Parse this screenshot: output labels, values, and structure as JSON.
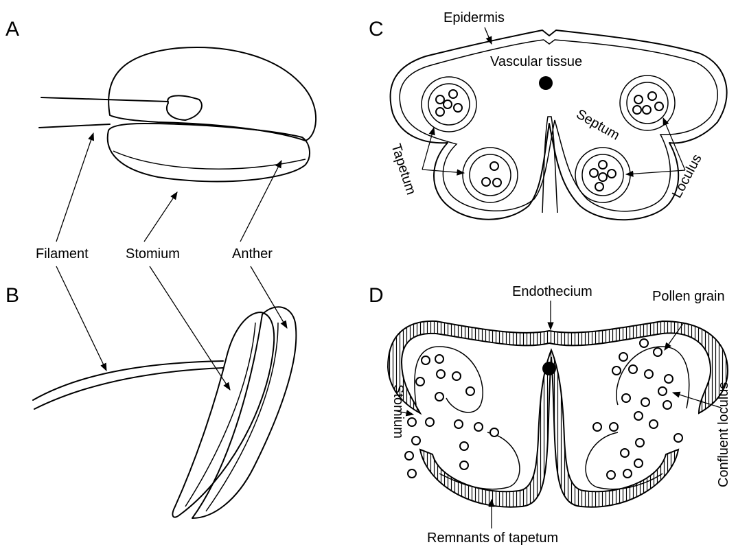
{
  "panels": {
    "a": "A",
    "b": "B",
    "c": "C",
    "d": "D"
  },
  "labels": {
    "filament": "Filament",
    "stomium_ab": "Stomium",
    "anther": "Anther",
    "epidermis": "Epidermis",
    "vascular_tissue": "Vascular tissue",
    "septum": "Septum",
    "tapetum": "Tapetum",
    "loculus": "Loculus",
    "endothecium": "Endothecium",
    "pollen_grain": "Pollen grain",
    "stomium_d": "Stomium",
    "confluent_loculus": "Confluent loculus",
    "remnants_of_tapetum": "Remnants of tapetum"
  }
}
